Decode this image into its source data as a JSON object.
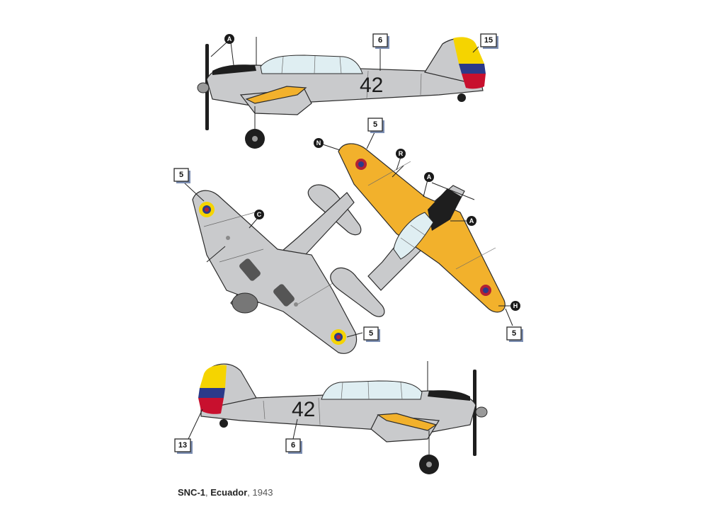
{
  "caption": {
    "model": "SNC-1",
    "country": "Ecuador",
    "year": "1943"
  },
  "aircraft_code": "42",
  "callouts": {
    "top_tail_code": "6",
    "top_rudder": "15",
    "lower_wing_left": "5",
    "lower_wing_right": "5",
    "upper_wing_left": "5",
    "upper_wing_right": "5",
    "bottom_rudder": "13",
    "bottom_tail_code": "6"
  },
  "letters": {
    "top_canopy_a": "A",
    "upper_n": "N",
    "upper_r": "R",
    "upper_a1": "A",
    "upper_a2": "A",
    "upper_h": "H",
    "lower_c": "C"
  },
  "colors": {
    "fuselage_grey": "#c9cacc",
    "wing_yellow": "#f2b12c",
    "flag_yellow": "#f5d400",
    "flag_blue": "#2b3a8a",
    "flag_red": "#c8102e",
    "roundel_red": "#b22234",
    "callout_shadow": "#7d8fb3"
  }
}
